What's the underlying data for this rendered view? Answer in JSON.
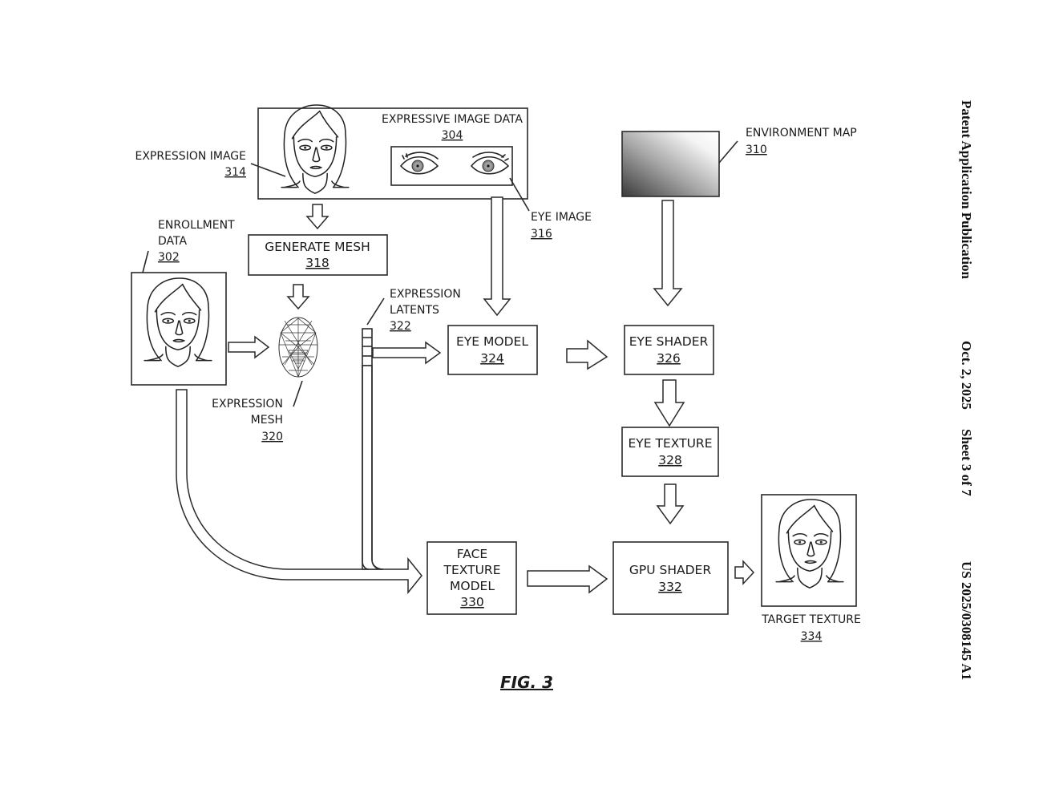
{
  "header": {
    "publication": "Patent Application Publication",
    "date": "Oct. 2, 2025",
    "sheet": "Sheet 3 of 7",
    "number": "US 2025/0308145 A1"
  },
  "figure_label": "FIG. 3",
  "nodes": {
    "expressive_image_data": {
      "label": "EXPRESSIVE IMAGE DATA",
      "ref": "304"
    },
    "expression_image": {
      "label": "EXPRESSION IMAGE",
      "ref": "314"
    },
    "eye_image": {
      "label": "EYE IMAGE",
      "ref": "316"
    },
    "environment_map": {
      "label": "ENVIRONMENT MAP",
      "ref": "310"
    },
    "enrollment_data": {
      "label_line1": "ENROLLMENT",
      "label_line2": "DATA",
      "ref": "302"
    },
    "generate_mesh": {
      "label": "GENERATE MESH",
      "ref": "318"
    },
    "expression_mesh": {
      "label_line1": "EXPRESSION",
      "label_line2": "MESH",
      "ref": "320"
    },
    "expression_latents": {
      "label_line1": "EXPRESSION",
      "label_line2": "LATENTS",
      "ref": "322"
    },
    "eye_model": {
      "label": "EYE MODEL",
      "ref": "324"
    },
    "eye_shader": {
      "label": "EYE SHADER",
      "ref": "326"
    },
    "eye_texture": {
      "label": "EYE TEXTURE",
      "ref": "328"
    },
    "face_texture_model": {
      "label_line1": "FACE",
      "label_line2": "TEXTURE",
      "label_line3": "MODEL",
      "ref": "330"
    },
    "gpu_shader": {
      "label": "GPU SHADER",
      "ref": "332"
    },
    "target_texture": {
      "label": "TARGET TEXTURE",
      "ref": "334"
    }
  },
  "edges": [
    {
      "from": "expression_image",
      "to": "generate_mesh"
    },
    {
      "from": "generate_mesh",
      "to": "expression_mesh"
    },
    {
      "from": "enrollment_data",
      "to": "expression_mesh"
    },
    {
      "from": "eye_image",
      "to": "eye_model"
    },
    {
      "from": "expression_latents",
      "to": "eye_model"
    },
    {
      "from": "environment_map",
      "to": "eye_shader"
    },
    {
      "from": "eye_model",
      "to": "eye_shader"
    },
    {
      "from": "eye_shader",
      "to": "eye_texture"
    },
    {
      "from": "eye_texture",
      "to": "gpu_shader"
    },
    {
      "from": "enrollment_data",
      "to": "face_texture_model"
    },
    {
      "from": "expression_latents",
      "to": "face_texture_model"
    },
    {
      "from": "face_texture_model",
      "to": "gpu_shader"
    },
    {
      "from": "gpu_shader",
      "to": "target_texture"
    }
  ]
}
